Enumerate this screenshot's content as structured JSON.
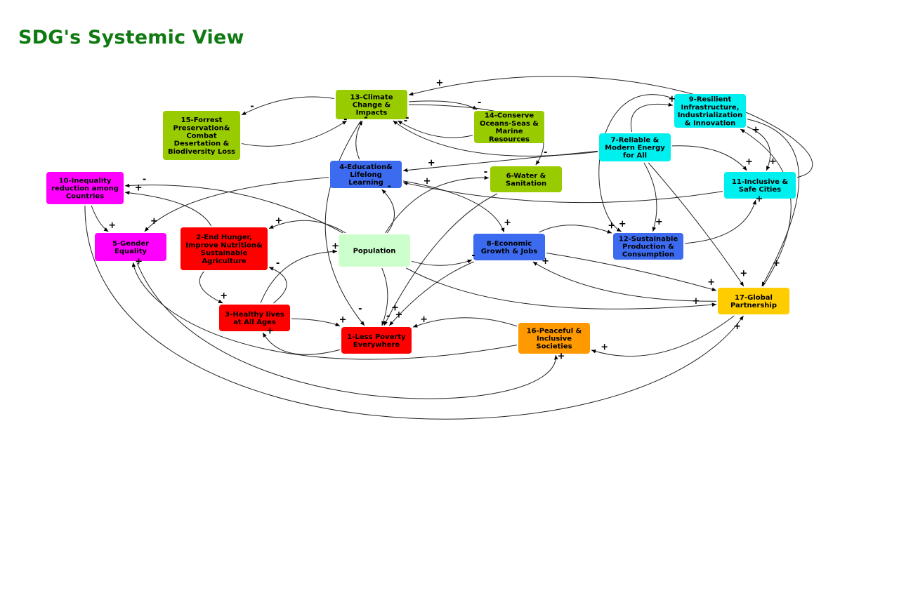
{
  "title": "SDG's Systemic View",
  "nodes": [
    {
      "id": "n1",
      "label": [
        "1-Less Poverty",
        "Everywhere"
      ],
      "color": "#ff0000",
      "text_color": "#000000"
    },
    {
      "id": "n2",
      "label": [
        "2-End Hunger,",
        "Improve Nutrition&",
        "Sustainable",
        "Agriculture"
      ],
      "color": "#ff0000",
      "text_color": "#000000"
    },
    {
      "id": "n3",
      "label": [
        "3-Healthy lives",
        "at All Ages"
      ],
      "color": "#ff0000",
      "text_color": "#000000"
    },
    {
      "id": "n4",
      "label": [
        "4-Education&",
        "Lifelong",
        "Learning"
      ],
      "color": "#3d6bf0",
      "text_color": "#000000"
    },
    {
      "id": "n5",
      "label": [
        "5-Gender",
        "Equality"
      ],
      "color": "#ff00ff",
      "text_color": "#000000"
    },
    {
      "id": "n6",
      "label": [
        "6-Water &",
        "Sanitation"
      ],
      "color": "#99cc00",
      "text_color": "#000000"
    },
    {
      "id": "n7",
      "label": [
        "7-Reliable &",
        "Modern Energy",
        "for All"
      ],
      "color": "#00f0f0",
      "text_color": "#000000"
    },
    {
      "id": "n8",
      "label": [
        "8-Economic",
        "Growth & Jobs"
      ],
      "color": "#3d6bf0",
      "text_color": "#000000"
    },
    {
      "id": "n9",
      "label": [
        "9-Resilient",
        "Infrastructure,",
        "Industrialization",
        "& Innovation"
      ],
      "color": "#00f0f0",
      "text_color": "#000000"
    },
    {
      "id": "n10",
      "label": [
        "10-Inequality",
        "reduction among",
        "Countries"
      ],
      "color": "#ff00ff",
      "text_color": "#000000"
    },
    {
      "id": "n11",
      "label": [
        "11-Inclusive &",
        "Safe Cities"
      ],
      "color": "#00f0f0",
      "text_color": "#000000"
    },
    {
      "id": "n12",
      "label": [
        "12-Sustainable",
        "Production &",
        "Consumption"
      ],
      "color": "#3d6bf0",
      "text_color": "#000000"
    },
    {
      "id": "n13",
      "label": [
        "13-Climate",
        "Change &",
        "Impacts"
      ],
      "color": "#99cc00",
      "text_color": "#000000"
    },
    {
      "id": "n14",
      "label": [
        "14-Conserve",
        "Oceans-Seas &",
        "Marine",
        "Resources"
      ],
      "color": "#99cc00",
      "text_color": "#000000"
    },
    {
      "id": "n15",
      "label": [
        "15-Forrest",
        "Preservation&",
        "Combat",
        "Desertation &",
        "Biodiversity Loss"
      ],
      "color": "#99cc00",
      "text_color": "#000000"
    },
    {
      "id": "n16",
      "label": [
        "16-Peaceful &",
        "Inclusive",
        "Societies"
      ],
      "color": "#ff9900",
      "text_color": "#000000"
    },
    {
      "id": "n17",
      "label": [
        "17-Global",
        "Partnership"
      ],
      "color": "#ffcc00",
      "text_color": "#000000"
    },
    {
      "id": "pop",
      "label": [
        "Population"
      ],
      "color": "#ccffcc",
      "text_color": "#000000"
    }
  ],
  "links": [
    {
      "from": "n13",
      "to": "n15",
      "sign": "-"
    },
    {
      "from": "n15",
      "to": "n13",
      "sign": "-"
    },
    {
      "from": "n13",
      "to": "n14",
      "sign": "-"
    },
    {
      "from": "n14",
      "to": "n13",
      "sign": "-"
    },
    {
      "from": "n7",
      "to": "n13",
      "sign": "-"
    },
    {
      "from": "n4",
      "to": "n13",
      "sign": "-"
    },
    {
      "from": "n13",
      "to": "n6",
      "sign": "-"
    },
    {
      "from": "n13",
      "to": "n1",
      "sign": "-"
    },
    {
      "from": "n11",
      "to": "n13",
      "sign": "+"
    },
    {
      "from": "n7",
      "to": "n4",
      "sign": "+"
    },
    {
      "from": "n7",
      "to": "n9",
      "sign": "+"
    },
    {
      "from": "n7",
      "to": "n11",
      "sign": "+"
    },
    {
      "from": "n7",
      "to": "n12",
      "sign": "+"
    },
    {
      "from": "n7",
      "to": "n17",
      "sign": "+"
    },
    {
      "from": "n9",
      "to": "n11",
      "sign": "+"
    },
    {
      "from": "n9",
      "to": "n12",
      "sign": "+"
    },
    {
      "from": "n9",
      "to": "n17",
      "sign": "+"
    },
    {
      "from": "n17",
      "to": "n9",
      "sign": "+"
    },
    {
      "from": "n12",
      "to": "n11",
      "sign": "+"
    },
    {
      "from": "n11",
      "to": "n4",
      "sign": "+"
    },
    {
      "from": "n4",
      "to": "n5",
      "sign": "+"
    },
    {
      "from": "n4",
      "to": "n8",
      "sign": "+"
    },
    {
      "from": "pop",
      "to": "n4",
      "sign": "-"
    },
    {
      "from": "pop",
      "to": "n6",
      "sign": "-"
    },
    {
      "from": "pop",
      "to": "n8",
      "sign": "-"
    },
    {
      "from": "pop",
      "to": "n2",
      "sign": "+"
    },
    {
      "from": "pop",
      "to": "n10",
      "sign": "-"
    },
    {
      "from": "pop",
      "to": "n1",
      "sign": "-"
    },
    {
      "from": "pop",
      "to": "n17",
      "sign": "+"
    },
    {
      "from": "n2",
      "to": "n10",
      "sign": "+"
    },
    {
      "from": "n2",
      "to": "n3",
      "sign": "+"
    },
    {
      "from": "n3",
      "to": "pop",
      "sign": "+"
    },
    {
      "from": "n3",
      "to": "n2",
      "sign": "-"
    },
    {
      "from": "n3",
      "to": "n1",
      "sign": "+"
    },
    {
      "from": "n1",
      "to": "n3",
      "sign": "+"
    },
    {
      "from": "n6",
      "to": "n1",
      "sign": "+"
    },
    {
      "from": "n8",
      "to": "n1",
      "sign": "+"
    },
    {
      "from": "n8",
      "to": "n12",
      "sign": "+"
    },
    {
      "from": "n8",
      "to": "n17",
      "sign": "+"
    },
    {
      "from": "n17",
      "to": "n8",
      "sign": "+"
    },
    {
      "from": "n16",
      "to": "n1",
      "sign": "+"
    },
    {
      "from": "n17",
      "to": "n16",
      "sign": "+"
    },
    {
      "from": "n16",
      "to": "n5",
      "sign": "+"
    },
    {
      "from": "n5",
      "to": "n16",
      "sign": "+"
    },
    {
      "from": "n10",
      "to": "n5",
      "sign": "+"
    },
    {
      "from": "n10",
      "to": "n17",
      "sign": "+"
    }
  ]
}
